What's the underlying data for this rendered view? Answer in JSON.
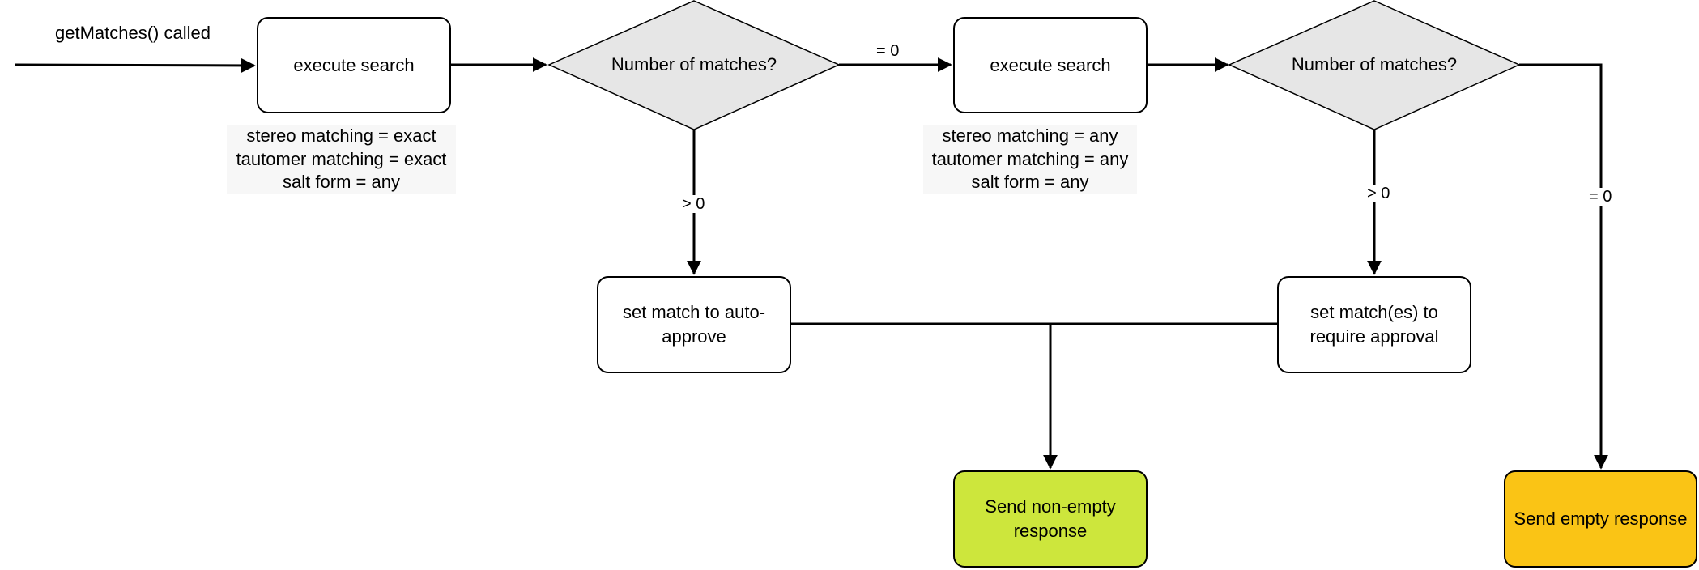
{
  "start_label": "getMatches() called",
  "nodes": {
    "search1": "execute search",
    "decision1": "Number of matches?",
    "search2": "execute search",
    "decision2": "Number of matches?",
    "auto_approve": "set match to auto-approve",
    "require_approval": "set match(es) to require approval",
    "non_empty": "Send non-empty response",
    "empty": "Send empty response"
  },
  "params": {
    "search1": [
      "stereo matching = exact",
      "tautomer matching = exact",
      "salt form = any"
    ],
    "search2": [
      "stereo matching = any",
      "tautomer matching = any",
      "salt form = any"
    ]
  },
  "edge_labels": {
    "d1_to_search2": "= 0",
    "d1_to_auto": "> 0",
    "d2_to_require": "> 0",
    "d2_to_empty": "= 0"
  },
  "colors": {
    "decision_fill": "#e6e6e6",
    "non_empty_fill": "#cde63c",
    "empty_fill": "#fac415",
    "stroke": "#000000"
  }
}
